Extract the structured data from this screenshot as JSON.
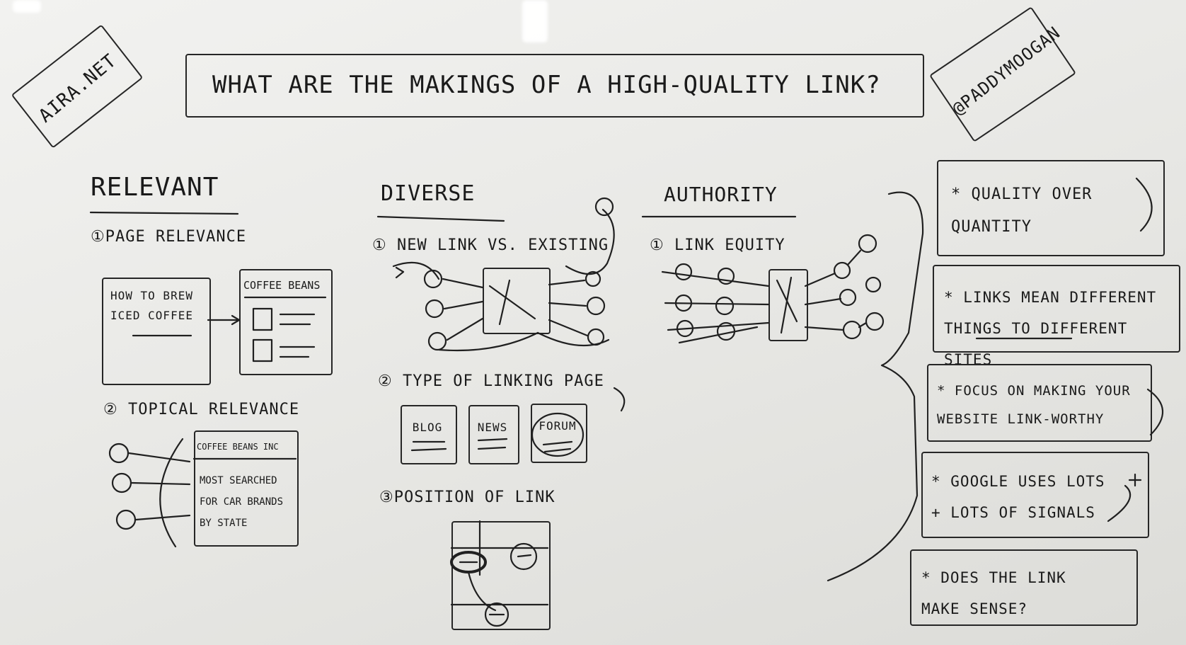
{
  "corner_left": "AIRA.NET",
  "corner_right": "@PADDYMOOGAN",
  "title": "WHAT ARE THE MAKINGS OF A HIGH-QUALITY LINK?",
  "relevant": {
    "heading": "RELEVANT",
    "item1": "①PAGE RELEVANCE",
    "page_a": "HOW TO BREW ICED COFFEE",
    "page_b": "COFFEE BEANS",
    "item2": "② TOPICAL RELEVANCE",
    "site_title": "COFFEE BEANS INC",
    "site_body": "MOST SEARCHED FOR CAR BRANDS BY STATE"
  },
  "diverse": {
    "heading": "DIVERSE",
    "item1": "① NEW LINK VS. EXISTING",
    "item2": "② TYPE OF LINKING PAGE",
    "page_types": [
      "BLOG",
      "NEWS",
      "FORUM"
    ],
    "item3": "③POSITION OF LINK"
  },
  "authority": {
    "heading": "AUTHORITY",
    "item1": "① LINK EQUITY"
  },
  "notes": [
    "* QUALITY OVER QUANTITY",
    "* LINKS MEAN DIFFERENT THINGS TO DIFFERENT SITES",
    "* FOCUS ON MAKING YOUR WEBSITE LINK-WORTHY",
    "* GOOGLE USES LOTS + LOTS OF SIGNALS",
    "* DOES THE LINK MAKE SENSE?"
  ]
}
